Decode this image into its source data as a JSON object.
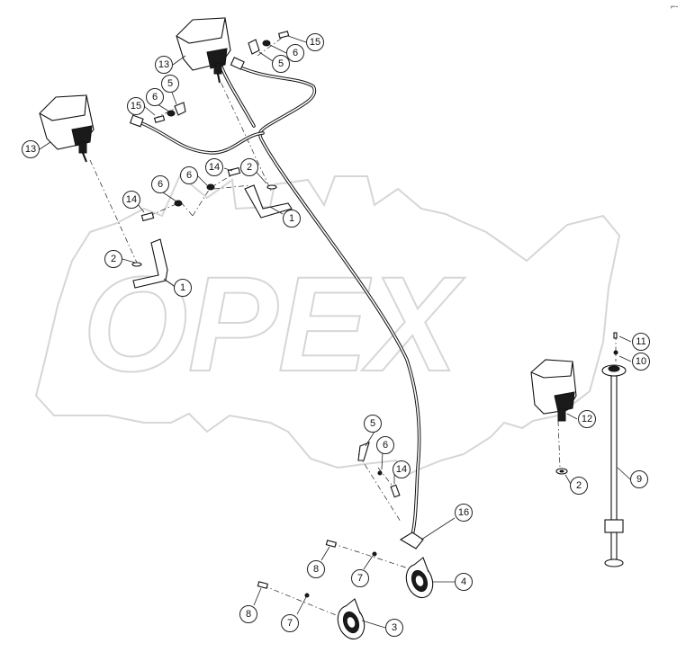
{
  "watermark": {
    "text": "OPEX"
  },
  "corner_mark": "⌐-",
  "callouts": [
    {
      "label": "1"
    },
    {
      "label": "1"
    },
    {
      "label": "2"
    },
    {
      "label": "2"
    },
    {
      "label": "2"
    },
    {
      "label": "3"
    },
    {
      "label": "4"
    },
    {
      "label": "5"
    },
    {
      "label": "5"
    },
    {
      "label": "5"
    },
    {
      "label": "6"
    },
    {
      "label": "6"
    },
    {
      "label": "6"
    },
    {
      "label": "6"
    },
    {
      "label": "6"
    },
    {
      "label": "7"
    },
    {
      "label": "7"
    },
    {
      "label": "8"
    },
    {
      "label": "8"
    },
    {
      "label": "9"
    },
    {
      "label": "10"
    },
    {
      "label": "11"
    },
    {
      "label": "12"
    },
    {
      "label": "13"
    },
    {
      "label": "13"
    },
    {
      "label": "14"
    },
    {
      "label": "14"
    },
    {
      "label": "14"
    },
    {
      "label": "15"
    },
    {
      "label": "15"
    },
    {
      "label": "16"
    }
  ]
}
